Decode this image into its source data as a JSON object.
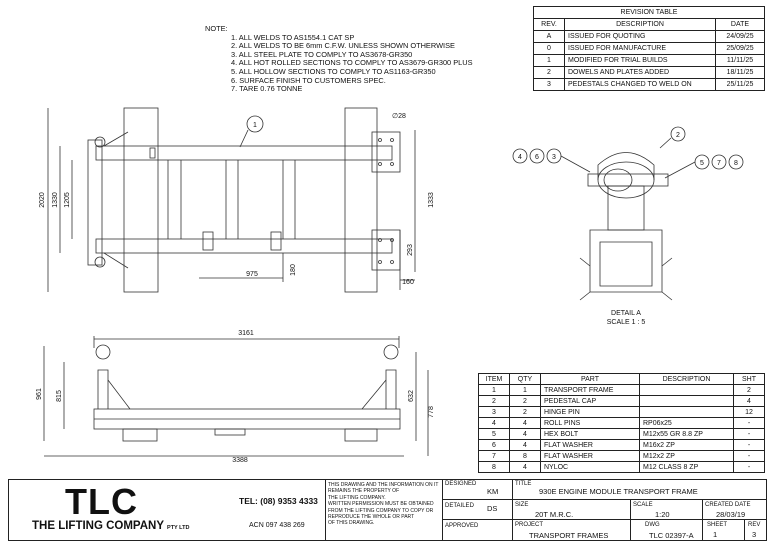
{
  "notes": {
    "heading": "NOTE:",
    "items": [
      "1. ALL WELDS TO AS1554.1 CAT SP",
      "2. ALL WELDS TO BE 6mm C.F.W. UNLESS SHOWN OTHERWISE",
      "3. ALL STEEL PLATE TO COMPLY TO AS3678-GR350",
      "4. ALL HOT ROLLED SECTIONS TO COMPLY TO AS3679-GR300 PLUS",
      "5. ALL HOLLOW SECTIONS TO COMPLY TO AS1163-GR350",
      "6. SURFACE FINISH TO CUSTOMERS SPEC.",
      "7. TARE 0.76 TONNE"
    ]
  },
  "revision_table": {
    "title": "REVISION TABLE",
    "headers": [
      "REV.",
      "DESCRIPTION",
      "DATE"
    ],
    "rows": [
      [
        "A",
        "ISSUED FOR QUOTING",
        "24/09/25"
      ],
      [
        "0",
        "ISSUED FOR MANUFACTURE",
        "25/09/25"
      ],
      [
        "1",
        "MODIFIED FOR TRIAL BUILDS",
        "11/11/25"
      ],
      [
        "2",
        "DOWELS AND PLATES ADDED",
        "18/11/25"
      ],
      [
        "3",
        "PEDESTALS CHANGED TO WELD ON",
        "25/11/25"
      ]
    ]
  },
  "bom": {
    "headers": [
      "ITEM",
      "QTY",
      "PART",
      "DESCRIPTION",
      "SHT"
    ],
    "rows": [
      [
        "1",
        "1",
        "TRANSPORT FRAME",
        "",
        "2"
      ],
      [
        "2",
        "2",
        "PEDESTAL CAP",
        "",
        "4"
      ],
      [
        "3",
        "2",
        "HINGE PIN",
        "",
        "12"
      ],
      [
        "4",
        "4",
        "ROLL PINS",
        "RP06x25",
        "-"
      ],
      [
        "5",
        "4",
        "HEX BOLT",
        "M12x55 GR 8.8 ZP",
        "-"
      ],
      [
        "6",
        "4",
        "FLAT WASHER",
        "M16x2 ZP",
        "-"
      ],
      [
        "7",
        "8",
        "FLAT WASHER",
        "M12x2 ZP",
        "-"
      ],
      [
        "8",
        "4",
        "NYLOC",
        "M12 CLASS 8 ZP",
        "-"
      ]
    ]
  },
  "plan_view": {
    "dims": {
      "d2020": "2020",
      "d1330": "1330",
      "d1205": "1205",
      "d975": "975",
      "d180": "180",
      "d293": "293",
      "d160": "160",
      "d1333": "1333",
      "dia28": "∅28"
    },
    "balloon": "1"
  },
  "elevation_view": {
    "dims": {
      "d3161": "3161",
      "d3388": "3388",
      "d961": "961",
      "d815": "815",
      "d632": "632",
      "d778": "778"
    }
  },
  "detail": {
    "balloons": [
      "2",
      "4",
      "6",
      "3",
      "5",
      "7",
      "8"
    ],
    "title": "DETAIL A",
    "scale": "SCALE 1 : 5"
  },
  "title_block": {
    "logo": "TLC",
    "company": "THE LIFTING COMPANY",
    "company_suffix": "PTY LTD",
    "tel": "TEL: (08) 9353 4333",
    "acn": "ACN 097 438 269",
    "disclaimer": [
      "THIS DRAWING AND THE INFORMATION ON IT",
      "REMAINS THE PROPERTY OF",
      "THE LIFTING COMPANY.",
      "WRITTEN PERMISSION MUST BE OBTAINED",
      "FROM THE LIFTING COMPANY TO COPY OR",
      "REPRODUCE THE WHOLE OR PART",
      "OF THIS DRAWING."
    ],
    "designed_label": "DESIGNED",
    "designed": "KM",
    "detailed_label": "DETAILED",
    "detailed": "DS",
    "approved_label": "APPROVED",
    "title_label": "TITLE",
    "title": "930E ENGINE MODULE TRANSPORT FRAME",
    "size_label": "SIZE",
    "size": "20T M.R.C.",
    "scale_label": "SCALE",
    "scale": "1:20",
    "created_label": "CREATED DATE",
    "created": "28/03/19",
    "project_label": "PROJECT",
    "project": "TRANSPORT FRAMES",
    "dwg_label": "DWG",
    "dwg": "TLC 02397-A",
    "sheet_label": "SHEET",
    "sheet": "1",
    "rev_label": "REV",
    "rev": "3"
  }
}
